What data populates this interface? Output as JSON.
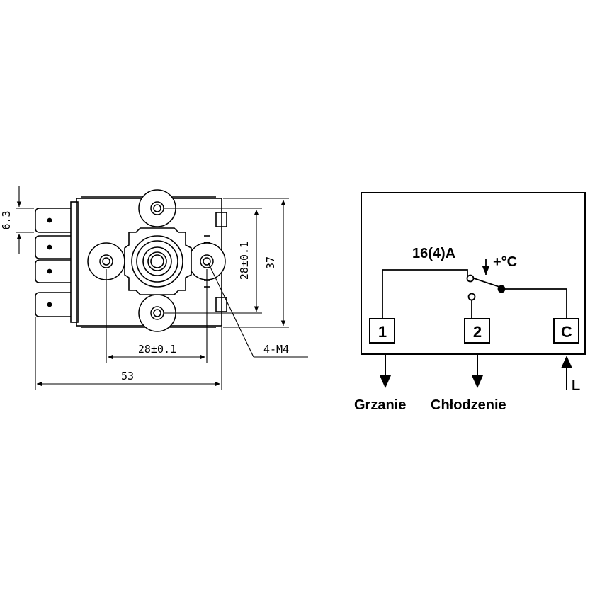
{
  "drawing": {
    "dimensions": {
      "tab_width": "6.3",
      "height": "37",
      "vertical_hole_spacing": "28±0.1",
      "horizontal_hole_spacing": "28±0.1",
      "width": "53",
      "mounting": "4-M4"
    }
  },
  "schematic": {
    "rating": "16(4)A",
    "temperature": "+°C",
    "terminals": [
      "1",
      "2",
      "C"
    ],
    "outputs": {
      "heating": "Grzanie",
      "cooling": "Chłodzenie",
      "line": "L"
    }
  }
}
